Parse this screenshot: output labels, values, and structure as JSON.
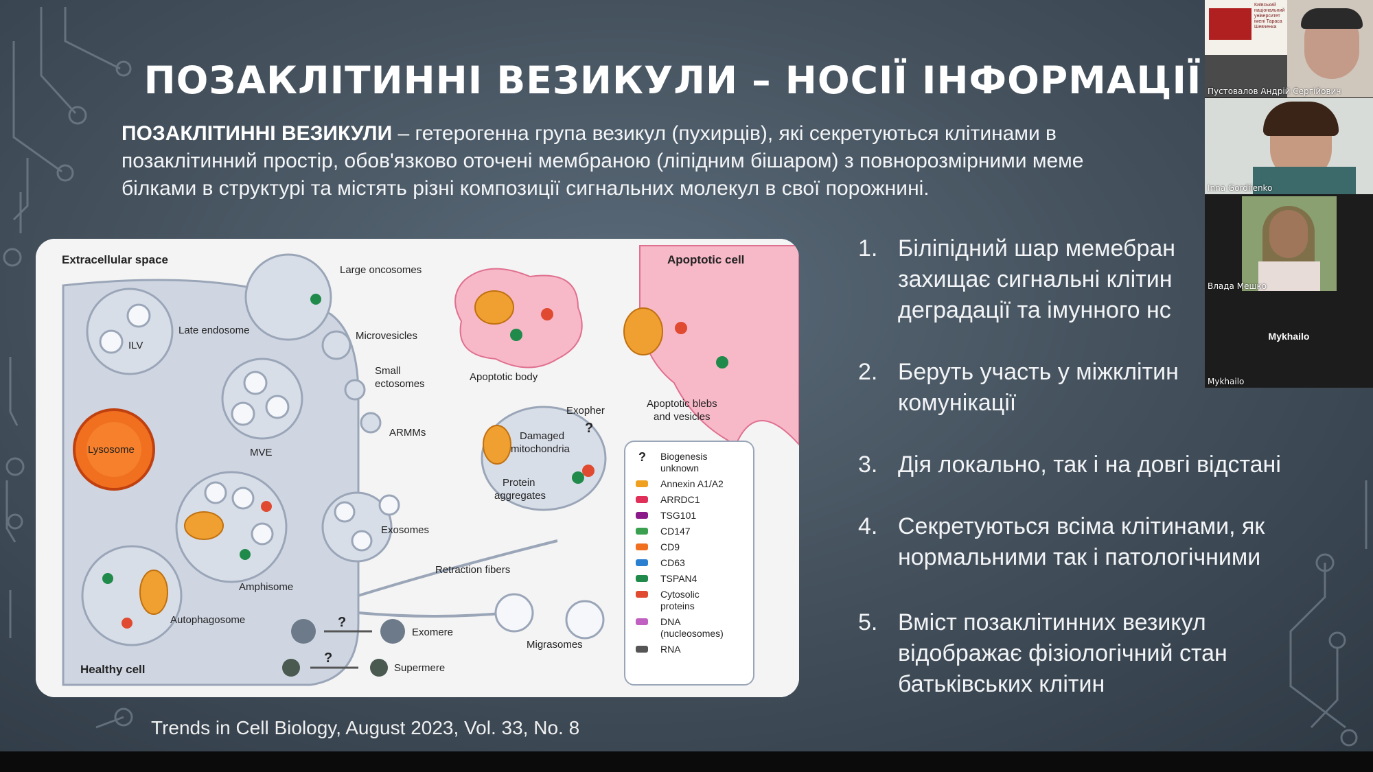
{
  "slide": {
    "title": "ПОЗАКЛІТИННІ ВЕЗИКУЛИ – НОСІЇ ІНФОРМАЦІЇ",
    "intro_bold": "ПОЗАКЛІТИННІ ВЕЗИКУЛИ",
    "intro_rest": " – гетерогенна група везикул (пухирців), які секретуються клітинами в позаклітинний простір, обов'язково оточені мембраною (ліпідним бішаром) з повнорозмірними меме\nбілками в структурі та містять різні композиції сигнальних молекул в свої порожнині.",
    "list": [
      {
        "num": "1.",
        "text": "Біліпідний шар мемебран\nзахищає сигнальні клітин\nдеградації та імунного нс"
      },
      {
        "num": "2.",
        "text": " Беруть участь у міжклітин\nкомунікації"
      },
      {
        "num": "3.",
        "text": "Дія локально, так і на довгі відстані"
      },
      {
        "num": "4.",
        "text": "Секретуються всіма клітинами, як\nнормальними так і патологічними"
      },
      {
        "num": "5.",
        "text": "Вміст позаклітинних везикул\nвідображає фізіологічний стан\nбатьківських клітин"
      }
    ],
    "citation": "Trends in Cell Biology, August 2023, Vol. 33, No. 8"
  },
  "figure": {
    "labels": {
      "extracellular": "Extracellular space",
      "apoptotic_cell": "Apoptotic cell",
      "large_oncosomes": "Large oncosomes",
      "late_endosome": "Late endosome",
      "ilv": "ILV",
      "microvesicles": "Microvesicles",
      "small_ectosomes_1": "Small",
      "small_ectosomes_2": "ectosomes",
      "armms": "ARMMs",
      "apoptotic_body": "Apoptotic body",
      "apoptotic_blebs_1": "Apoptotic blebs",
      "apoptotic_blebs_2": "and vesicles",
      "exopher": "Exopher",
      "damaged_mito_1": "Damaged",
      "damaged_mito_2": "mitochondria",
      "protein_agg_1": "Protein",
      "protein_agg_2": "aggregates",
      "lysosome": "Lysosome",
      "mve": "MVE",
      "exosomes": "Exosomes",
      "amphisome": "Amphisome",
      "retraction_fibers": "Retraction fibers",
      "autophagosome": "Autophagosome",
      "exomere": "Exomere",
      "supermere": "Supermere",
      "migrasomes": "Migrasomes",
      "healthy_cell": "Healthy cell",
      "q": "?"
    },
    "legend": [
      {
        "symbol": "?",
        "label1": "Biogenesis",
        "label2": "unknown",
        "color": "#222222"
      },
      {
        "symbol": "annexin",
        "label1": "Annexin A1/A2",
        "label2": "",
        "color": "#f0a020"
      },
      {
        "symbol": "arrdc1",
        "label1": "ARRDC1",
        "label2": "",
        "color": "#e0305a"
      },
      {
        "symbol": "tsg101",
        "label1": "TSG101",
        "label2": "",
        "color": "#8a1a8a"
      },
      {
        "symbol": "cd147",
        "label1": "CD147",
        "label2": "",
        "color": "#3aa050"
      },
      {
        "symbol": "cd9",
        "label1": "CD9",
        "label2": "",
        "color": "#f07020"
      },
      {
        "symbol": "cd63",
        "label1": "CD63",
        "label2": "",
        "color": "#2a7fd0"
      },
      {
        "symbol": "tspan4",
        "label1": "TSPAN4",
        "label2": "",
        "color": "#1f8a4a"
      },
      {
        "symbol": "cytosolic",
        "label1": "Cytosolic",
        "label2": "proteins",
        "color": "#e04a30"
      },
      {
        "symbol": "dna",
        "label1": "DNA",
        "label2": "(nucleosomes)",
        "color": "#c060c0"
      },
      {
        "symbol": "rna",
        "label1": "RNA",
        "label2": "",
        "color": "#555555"
      }
    ]
  },
  "participants": [
    {
      "name": "Пустовалов Андрій Сергійович",
      "logo_text": "Київський національний університет імені Тараса Шевченка"
    },
    {
      "name": "Inna Gordiienko"
    },
    {
      "name": "Влада Мешко"
    },
    {
      "name": "Mykhailo",
      "center_label": "Mykhailo"
    }
  ]
}
